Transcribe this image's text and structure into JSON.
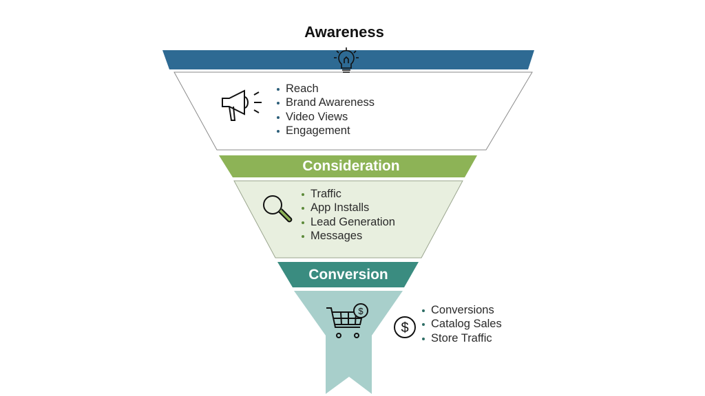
{
  "stages": [
    {
      "title": "Awareness",
      "items": [
        "Reach",
        "Brand Awareness",
        "Video Views",
        "Engagement"
      ],
      "icon": "megaphone-icon",
      "band_icon": "lightbulb-icon",
      "color": "#2E6A93"
    },
    {
      "title": "Consideration",
      "items": [
        "Traffic",
        "App Installs",
        "Lead Generation",
        "Messages"
      ],
      "icon": "magnifier-icon",
      "color": "#8DB356"
    },
    {
      "title": "Conversion",
      "items": [
        "Conversions",
        "Catalog Sales",
        "Store Traffic"
      ],
      "icon": "shopping-cart-icon",
      "side_icon": "dollar-circle-icon",
      "color": "#3A8C80"
    }
  ]
}
